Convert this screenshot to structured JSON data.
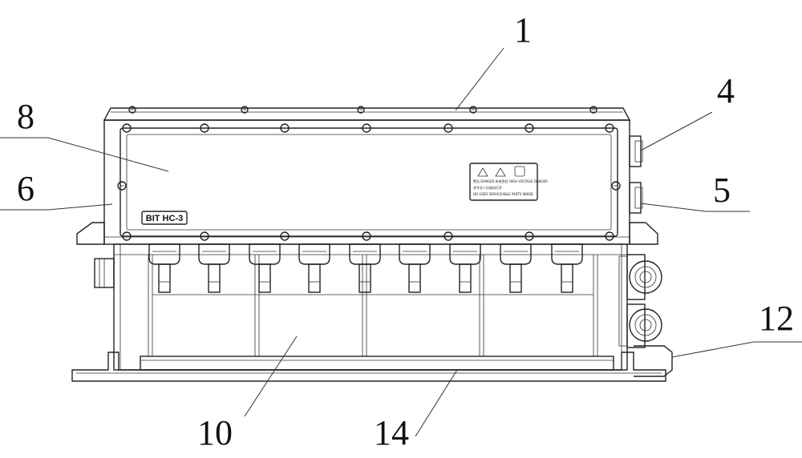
{
  "callouts": [
    {
      "id": "1",
      "label": "1"
    },
    {
      "id": "4",
      "label": "4"
    },
    {
      "id": "5",
      "label": "5"
    },
    {
      "id": "6",
      "label": "6"
    },
    {
      "id": "8",
      "label": "8"
    },
    {
      "id": "10",
      "label": "10"
    },
    {
      "id": "12",
      "label": "12"
    },
    {
      "id": "14",
      "label": "14"
    }
  ],
  "nameplate": "BIT HC-3",
  "warning_label": {
    "line1": "警告 DANGER  有电危险 HIGH VOLTAGE DANGER",
    "line2": "非专业人员请勿打开",
    "line3": "NO USER SERVICEABLE PARTS INSIDE"
  }
}
